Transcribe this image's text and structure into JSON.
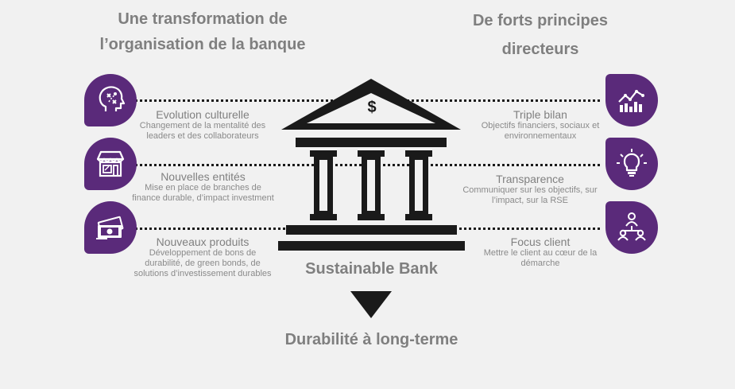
{
  "left_heading": [
    "Une transformation de",
    "l’organisation de la banque"
  ],
  "right_heading": [
    "De forts principes",
    "directeurs"
  ],
  "left_items": [
    {
      "title": "Evolution culturelle",
      "desc": "Changement de la mentalité des leaders et des collaborateurs",
      "icon": "brain-strategy-icon"
    },
    {
      "title": "Nouvelles entités",
      "desc": "Mise en place de branches de finance durable, d’impact investment",
      "icon": "storefront-icon"
    },
    {
      "title": "Nouveaux produits",
      "desc": "Développement de bons de durabilité, de green bonds, de solutions d’investissement durables",
      "icon": "money-icon"
    }
  ],
  "right_items": [
    {
      "title": "Triple bilan",
      "desc": "Objectifs financiers, sociaux et environnementaux",
      "icon": "growth-chart-icon"
    },
    {
      "title": "Transparence",
      "desc": "Communiquer sur les objectifs, sur l’impact, sur la RSE",
      "icon": "lightbulb-icon"
    },
    {
      "title": "Focus client",
      "desc": "Mettre le client au cœur de la démarche",
      "icon": "client-group-icon"
    }
  ],
  "center": {
    "label": "Sustainable Bank",
    "symbol": "$",
    "outcome": "Durabilité à long-terme"
  },
  "colors": {
    "accent": "#5a2a7a",
    "text": "#808080",
    "dark": "#1a1a1a",
    "background": "#f1f1f1"
  }
}
